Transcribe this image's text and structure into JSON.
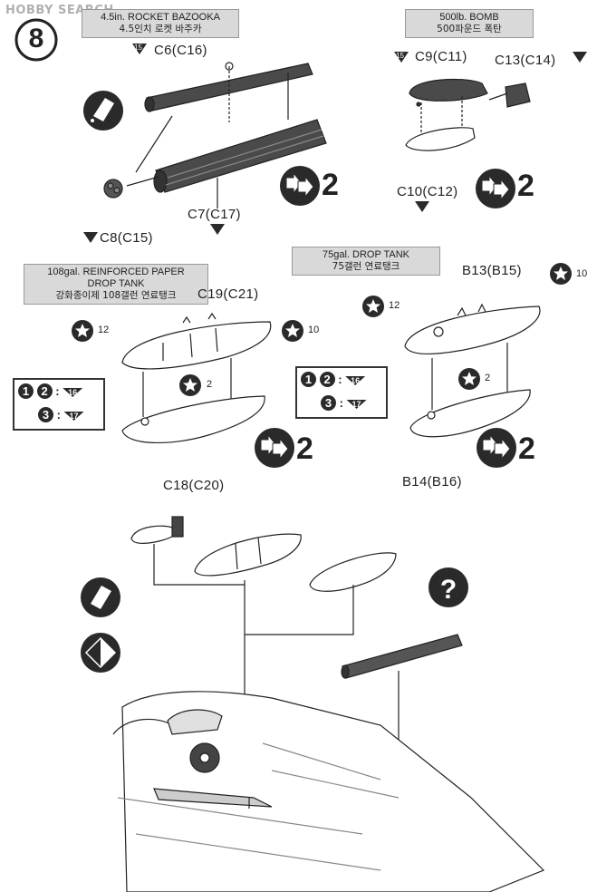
{
  "watermark": "HOBBY SEARCH",
  "step_number": "8",
  "sections": {
    "bazooka": {
      "title_en": "4.5in. ROCKET BAZOOKA",
      "title_kr": "4.5인치 로켓 바주카",
      "labels": [
        "C6(C16)",
        "C7(C17)",
        "C8(C15)"
      ],
      "paint": "15",
      "repeat": "2"
    },
    "bomb": {
      "title_en": "500lb. BOMB",
      "title_kr": "500파운드 폭탄",
      "labels": [
        "C9(C11)",
        "C13(C14)",
        "C10(C12)"
      ],
      "paint": "15",
      "repeat": "2"
    },
    "paper_tank": {
      "title_en_1": "108gal. REINFORCED PAPER",
      "title_en_2": "DROP TANK",
      "title_kr": "강화종이제 108갤런 연료탱크",
      "labels": [
        "C19(C21)",
        "C18(C20)"
      ],
      "decals": [
        "12",
        "2",
        "10"
      ],
      "paint_rows": [
        {
          "roundels": [
            "1",
            "2"
          ],
          "paint": "16"
        },
        {
          "roundels": [
            "3"
          ],
          "paint": "17"
        }
      ],
      "repeat": "2"
    },
    "drop_tank": {
      "title_en": "75gal. DROP TANK",
      "title_kr": "75갤런 연료탱크",
      "labels": [
        "B13(B15)",
        "B14(B16)"
      ],
      "decals": [
        "12",
        "2",
        "10"
      ],
      "paint_rows": [
        {
          "roundels": [
            "1",
            "2"
          ],
          "paint": "16"
        },
        {
          "roundels": [
            "3"
          ],
          "paint": "17"
        }
      ],
      "repeat": "2"
    }
  },
  "icons": [
    "glue-icon",
    "optional-icon",
    "question-icon",
    "repeat-icon",
    "decal-star-icon",
    "paint-triangle-icon"
  ]
}
